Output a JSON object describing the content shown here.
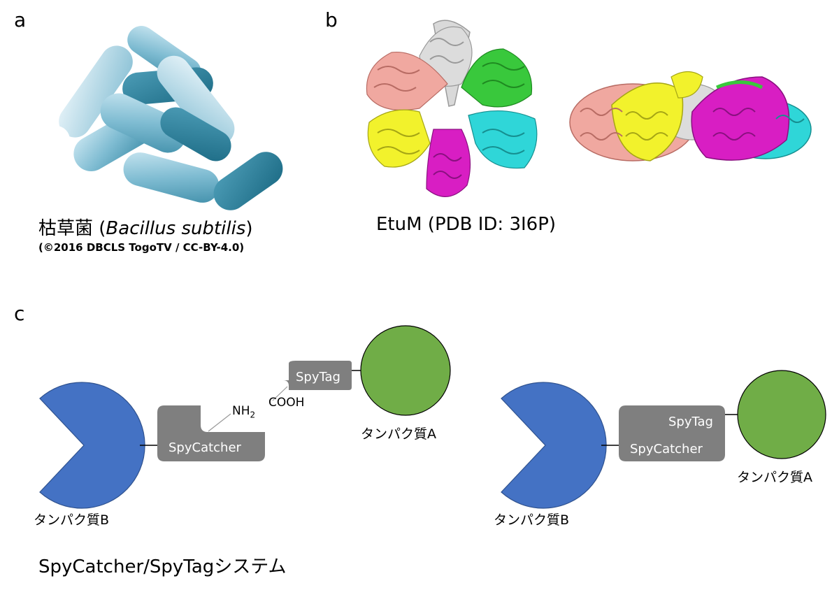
{
  "panels": {
    "a": "a",
    "b": "b",
    "c": "c"
  },
  "panel_a": {
    "caption_jp": "枯草菌 (",
    "caption_species": "Bacillus subtilis",
    "caption_close": ")",
    "credit": "(©2016 DBCLS TogoTV / CC-BY-4.0)"
  },
  "panel_b": {
    "caption": "EtuM (PDB ID: 3I6P)",
    "colors": [
      "#f0a8a0",
      "#d0d0d0",
      "#39c83c",
      "#f2f22c",
      "#d81ec3",
      "#2fd6d8"
    ]
  },
  "panel_c": {
    "left": {
      "protein_b": "タンパク質B",
      "protein_a": "タンパク質A",
      "spycatcher": "SpyCatcher",
      "spytag": "SpyTag",
      "nh2": "NH",
      "nh2_sub": "2",
      "cooh": "COOH"
    },
    "right": {
      "protein_b": "タンパク質B",
      "protein_a": "タンパク質A",
      "spycatcher": "SpyCatcher",
      "spytag": "SpyTag"
    },
    "system_label": "SpyCatcher/SpyTagシステム",
    "colors": {
      "protein_b": "#4472c4",
      "protein_a": "#70ad47",
      "tag": "#7f7f7f"
    }
  }
}
